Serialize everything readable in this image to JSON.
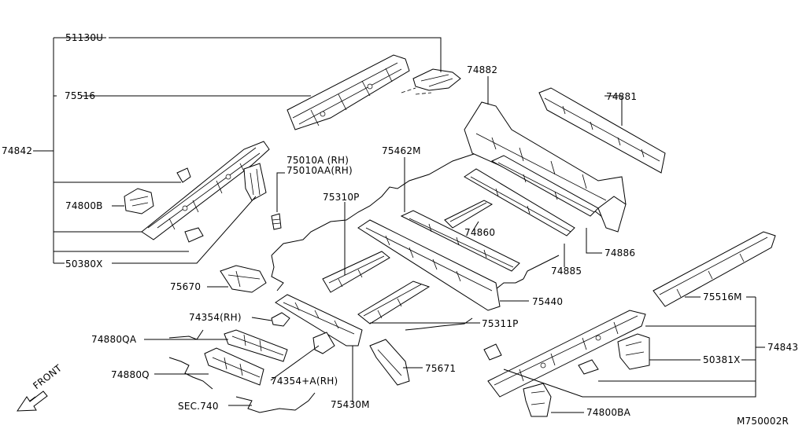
{
  "diagram": {
    "figure_code": "M750002R",
    "front_label": "FRONT",
    "labels": {
      "p51130U": "51130U",
      "p75516": "75516",
      "p74842": "74842",
      "p74800B": "74800B",
      "p50380X": "50380X",
      "p75670": "75670",
      "p74354RH": "74354(RH)",
      "p74880QA": "74880QA",
      "p74880Q": "74880Q",
      "pSEC740": "SEC.740",
      "p74354A": "74354+A(RH)",
      "p75430M": "75430M",
      "p75671": "75671",
      "p75311P": "75311P",
      "p75440": "75440",
      "p75310P": "75310P",
      "p75010A": "75010A (RH)",
      "p75010AA": "75010AA(RH)",
      "p75462M": "75462M",
      "p74860": "74860",
      "p74882": "74882",
      "p74881": "74881",
      "p74886": "74886",
      "p74885": "74885",
      "p75516M": "75516M",
      "p74843": "74843",
      "p50381X": "50381X",
      "p74800BA": "74800BA"
    }
  }
}
